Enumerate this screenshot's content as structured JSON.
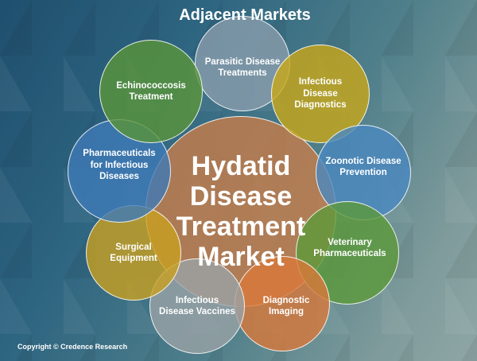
{
  "title": "Adjacent Markets",
  "center": "Hydatid Disease Treatment Market",
  "markets": [
    {
      "label": "Parasitic Disease Treatments",
      "color": "#8a9eac"
    },
    {
      "label": "Infectious Disease Diagnostics",
      "color": "#c9a818"
    },
    {
      "label": "Zoonotic Disease Prevention",
      "color": "#4a88c0"
    },
    {
      "label": "Veterinary Pharmaceuticals",
      "color": "#5c9a3a"
    },
    {
      "label": "Diagnostic Imaging",
      "color": "#d9783a"
    },
    {
      "label": "Infectious Disease Vaccines",
      "color": "#9aa3a6"
    },
    {
      "label": "Surgical Equipment",
      "color": "#c9a020"
    },
    {
      "label": "Pharmaceuticals for Infectious Diseases",
      "color": "#3f7bb8"
    },
    {
      "label": "Echinococcosis Treatment",
      "color": "#5a953a"
    }
  ],
  "copyright": "Copyright © Credence Research"
}
